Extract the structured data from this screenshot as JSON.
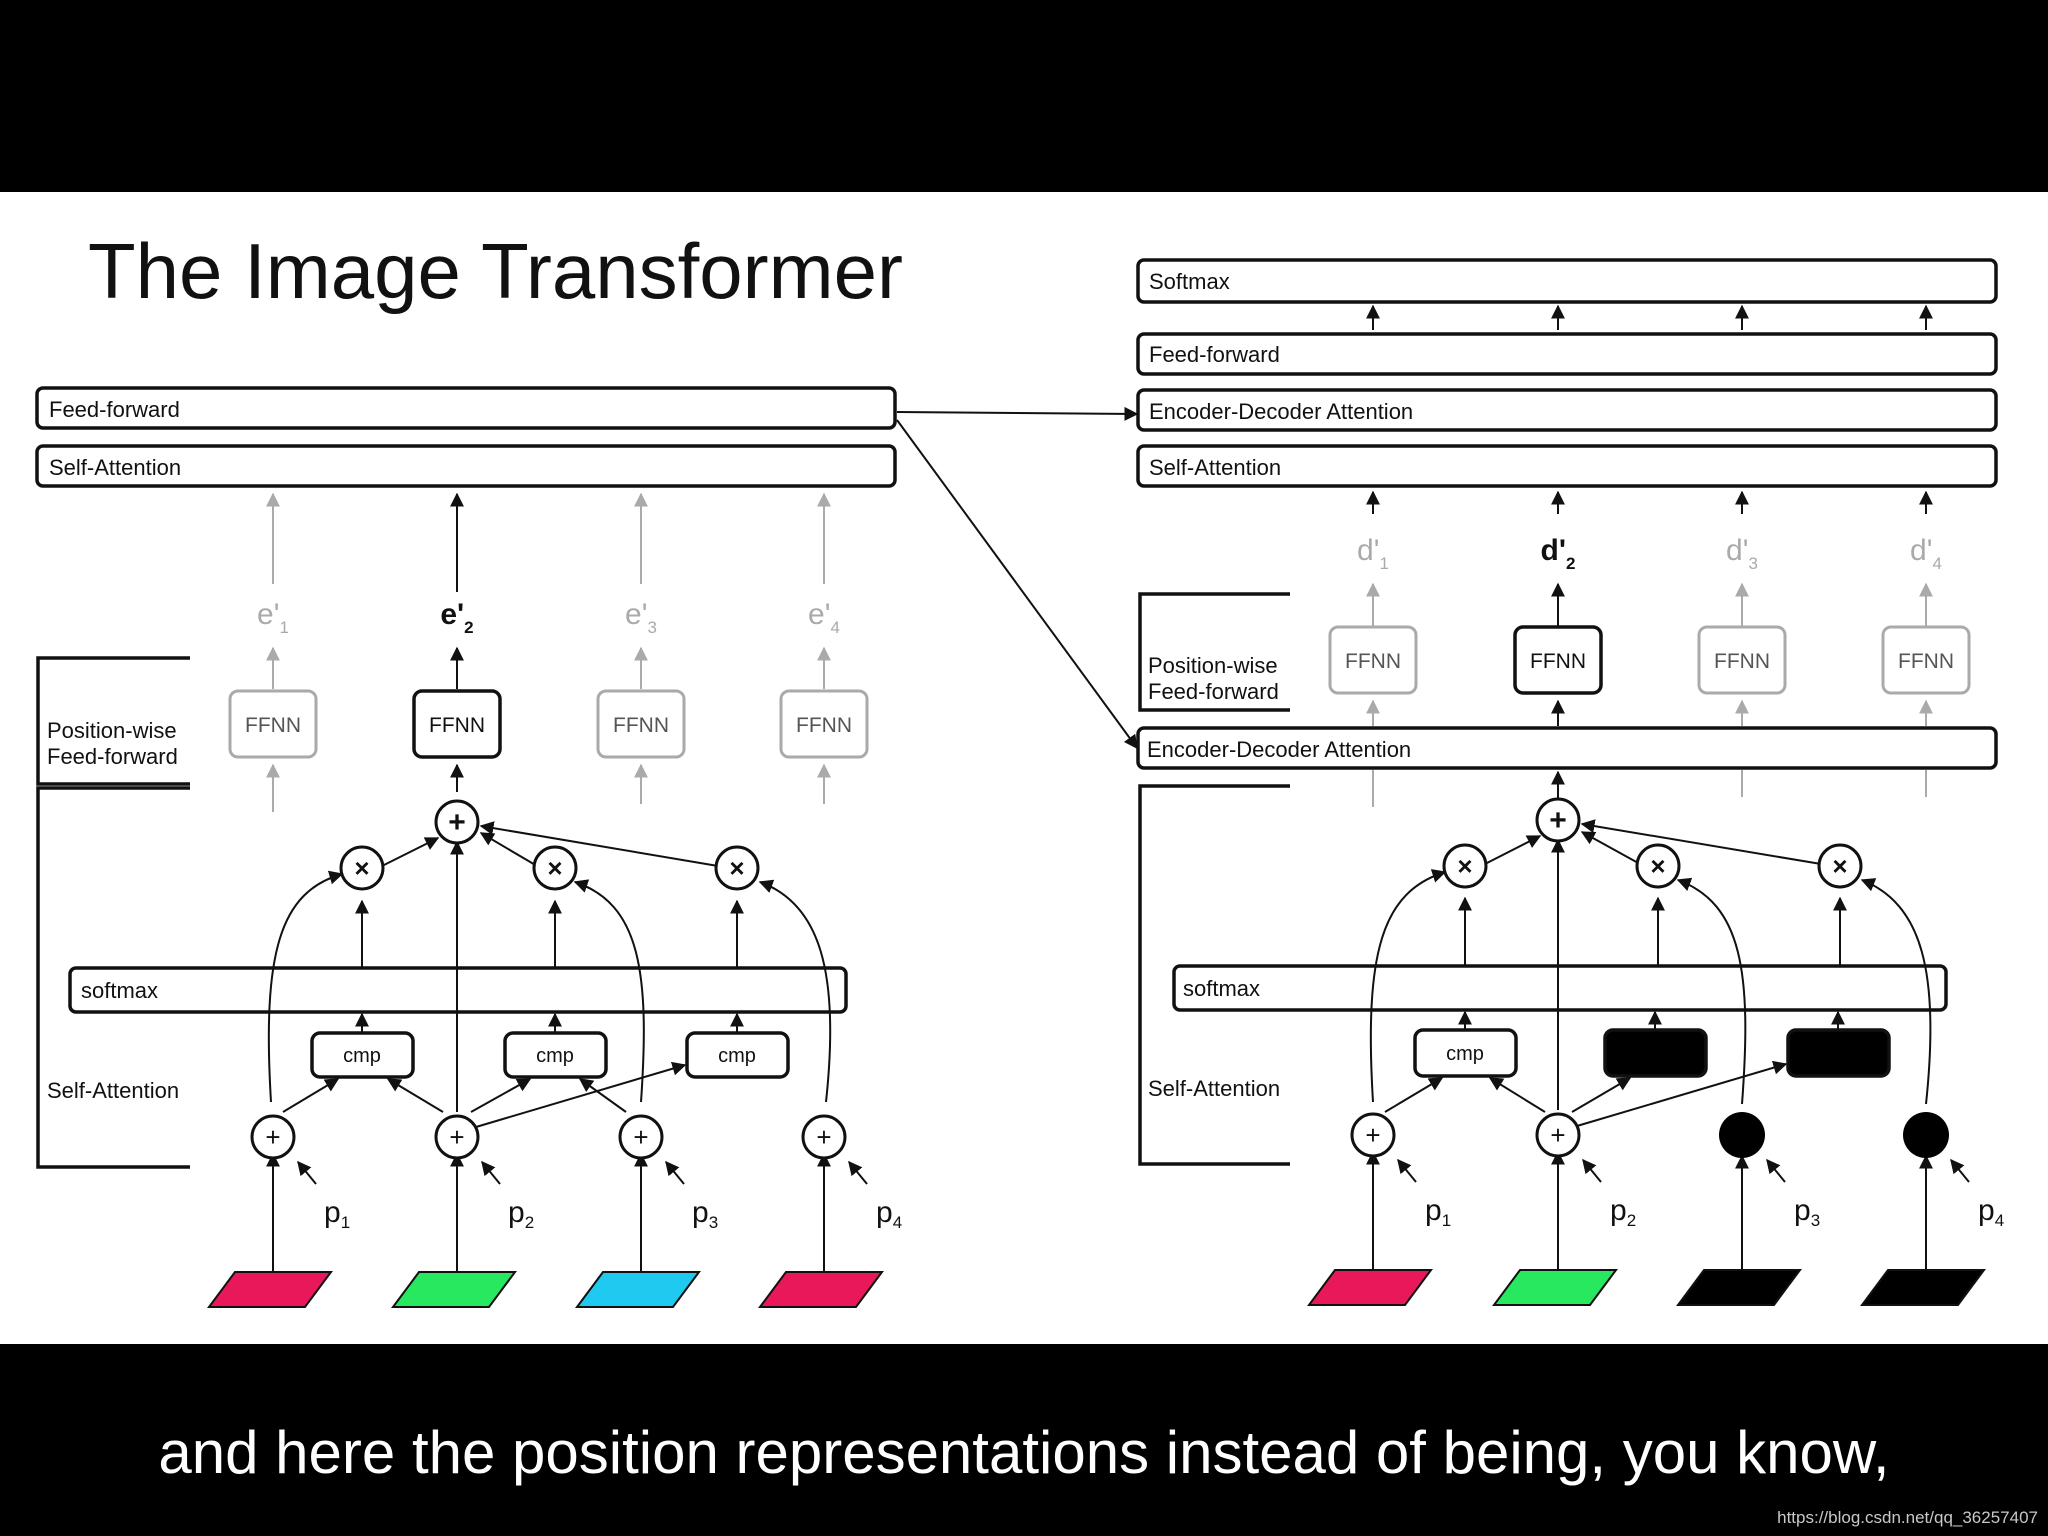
{
  "slide": {
    "title": "The Image Transformer",
    "encoder": {
      "feed_forward": "Feed-forward",
      "self_attention": "Self-Attention",
      "outputs": [
        {
          "base": "e'",
          "sub": "1"
        },
        {
          "base": "e'",
          "sub": "2"
        },
        {
          "base": "e'",
          "sub": "3"
        },
        {
          "base": "e'",
          "sub": "4"
        }
      ],
      "group_position_wise_line1": "Position-wise",
      "group_position_wise_line2": "Feed-forward",
      "group_self_attention": "Self-Attention",
      "ffnn_label": "FFNN",
      "softmax": "softmax",
      "cmp_label": "cmp",
      "positions": [
        {
          "base": "p",
          "sub": "1"
        },
        {
          "base": "p",
          "sub": "2"
        },
        {
          "base": "p",
          "sub": "3"
        },
        {
          "base": "p",
          "sub": "4"
        }
      ],
      "pixel_colors": [
        "#e8185a",
        "#27e85e",
        "#1fc9ef",
        "#e8185a"
      ]
    },
    "decoder": {
      "softmax_top": "Softmax",
      "feed_forward": "Feed-forward",
      "enc_dec_attention": "Encoder-Decoder Attention",
      "self_attention": "Self-Attention",
      "outputs": [
        {
          "base": "d'",
          "sub": "1"
        },
        {
          "base": "d'",
          "sub": "2"
        },
        {
          "base": "d'",
          "sub": "3"
        },
        {
          "base": "d'",
          "sub": "4"
        }
      ],
      "group_position_wise_line1": "Position-wise",
      "group_position_wise_line2": "Feed-forward",
      "group_self_attention": "Self-Attention",
      "ffnn_label": "FFNN",
      "enc_dec_attention_lower": "Encoder-Decoder Attention",
      "softmax": "softmax",
      "cmp_label": "cmp",
      "positions": [
        {
          "base": "p",
          "sub": "1"
        },
        {
          "base": "p",
          "sub": "2"
        },
        {
          "base": "p",
          "sub": "3"
        },
        {
          "base": "p",
          "sub": "4"
        }
      ],
      "pixel_colors": [
        "#e8185a",
        "#27e85e",
        "#000000",
        "#000000"
      ]
    }
  },
  "caption": "and here the position representations instead of being, you know,",
  "watermark": "https://blog.csdn.net/qq_36257407"
}
